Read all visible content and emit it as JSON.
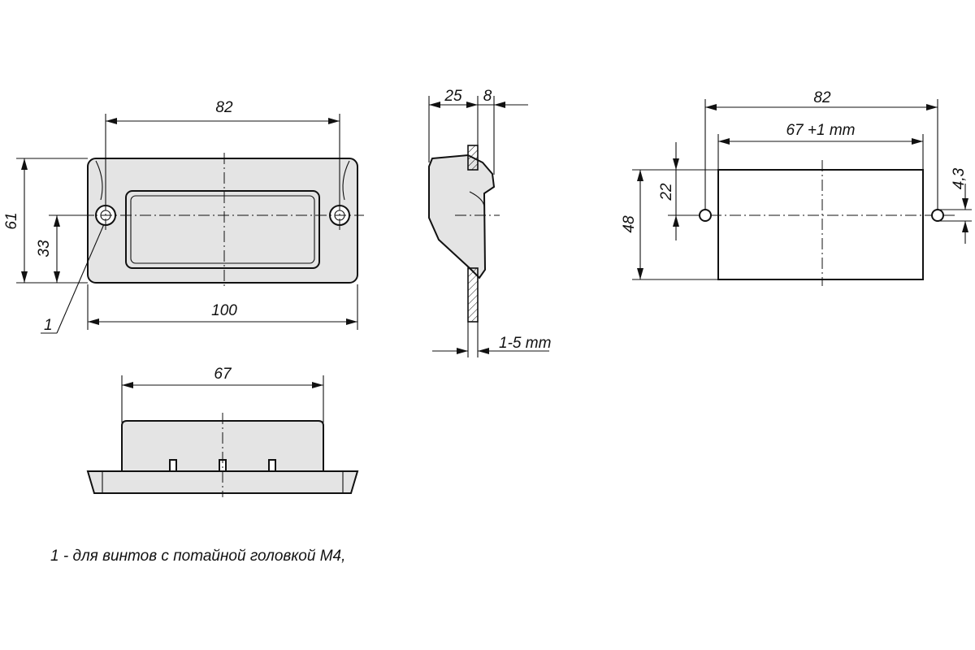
{
  "front_view": {
    "width_top": "82",
    "width_bottom": "100",
    "height_total": "61",
    "height_hole": "33",
    "callout": "1"
  },
  "side_view": {
    "depth": "25",
    "flange": "8",
    "panel_thickness": "1-5 mm"
  },
  "bottom_view": {
    "width": "67"
  },
  "cutout_view": {
    "hole_spacing": "82",
    "cutout_width": "67 +1 mm",
    "cutout_height": "48",
    "hole_offset": "22",
    "hole_diameter": "4,3"
  },
  "note": "1 - для винтов с потайной головкой М4,"
}
